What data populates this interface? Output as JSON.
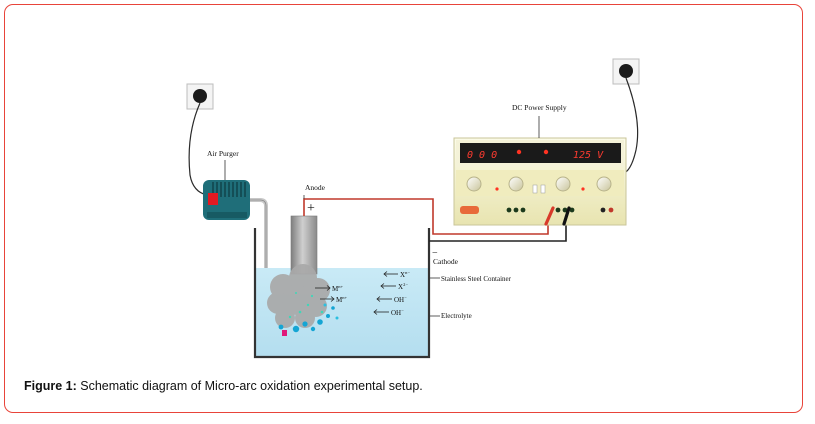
{
  "labels": {
    "air_purger": "Air Purger",
    "dc_power_supply": "DC Power Supply",
    "anode": "Anode",
    "cathode": "Cathode",
    "stainless_steel_container": "Stainless Steel Container",
    "electrolyte": "Electrolyte",
    "anode_sign": "+",
    "cathode_sign": "−"
  },
  "ions": {
    "x_minus": "X",
    "x_minus_sup": "n−",
    "x_minus_2": "X",
    "x_minus_2_sup": "2−",
    "oh_1": "OH",
    "oh_1_sup": "−",
    "oh_2": "OH",
    "oh_2_sup": "−",
    "m_plus": "M",
    "m_plus_sup": "n+",
    "m_plus_2": "M",
    "m_plus_2_sup": "n+"
  },
  "display": {
    "left_readout": "0 0 0",
    "right_readout": "125 V"
  },
  "caption": {
    "label": "Figure 1:",
    "text": " Schematic diagram of Micro-arc oxidation experimental setup."
  },
  "colors": {
    "frame": "#e8443a",
    "wire_red": "#c0392b",
    "electrolyte": "#bfe3f2",
    "purger": "#1f6e79",
    "led": "#ff3322"
  }
}
